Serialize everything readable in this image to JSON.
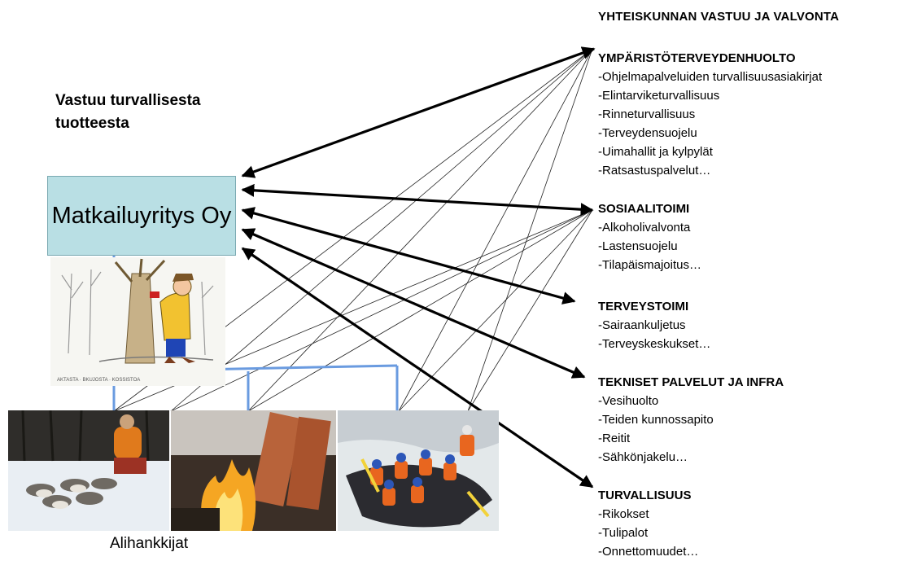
{
  "header": "YHTEISKUNNAN VASTUU JA VALVONTA",
  "responsibility_title": "Vastuu turvallisesta tuotteesta",
  "company": "Matkailuyritys Oy",
  "subcontractors_label": "Alihankkijat",
  "images": {
    "cartoon": "cartoon-worker-tree-image",
    "dogsled": "dog-sled-image",
    "fire": "campfire-cooking-image",
    "rafting": "river-rafting-image"
  },
  "colors": {
    "company_box": "#b9dfe4",
    "connector_blue": "#6a9be0",
    "arrows": "#000000"
  },
  "groups": [
    {
      "title": "YMPÄRISTÖTERVEYDENHUOLTO",
      "items": [
        "-Ohjelmapalveluiden turvallisuusasiakirjat",
        "-Elintarviketurvallisuus",
        "-Rinneturvallisuus",
        "-Terveydensuojelu",
        "-Uimahallit ja kylpylät",
        "-Ratsastuspalvelut…"
      ]
    },
    {
      "title": "SOSIAALITOIMI",
      "items": [
        "-Alkoholivalvonta",
        "-Lastensuojelu",
        "-Tilapäismajoitus…"
      ]
    },
    {
      "title": "TERVEYSTOIMI",
      "items": [
        "-Sairaankuljetus",
        "-Terveyskeskukset…"
      ]
    },
    {
      "title": "TEKNISET PALVELUT JA INFRA",
      "items": [
        "-Vesihuolto",
        "-Teiden kunnossapito",
        "-Reitit",
        "-Sähkönjakelu…"
      ]
    },
    {
      "title": "TURVALLISUUS",
      "items": [
        "-Rikokset",
        "-Tulipalot",
        "-Onnettomuudet…"
      ]
    }
  ]
}
